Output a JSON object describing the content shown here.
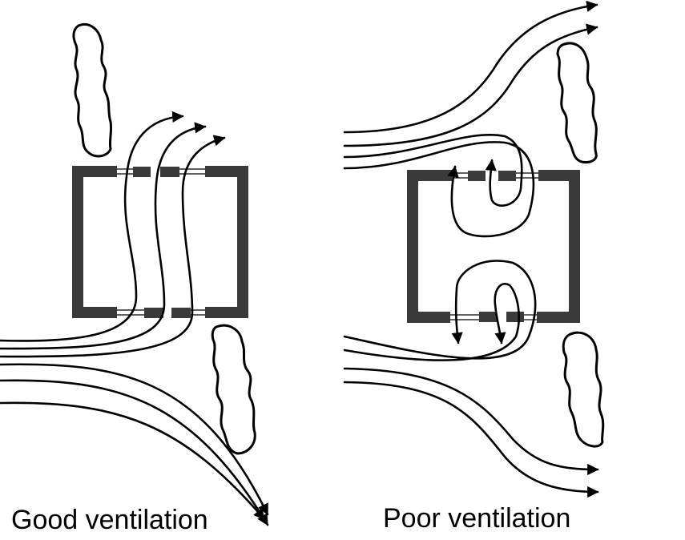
{
  "panels": [
    {
      "id": "good",
      "caption": "Good ventilation"
    },
    {
      "id": "poor",
      "caption": "Poor ventilation"
    }
  ],
  "colors": {
    "wall": "#3a3a3a",
    "stroke": "#000000",
    "background": "#ffffff"
  }
}
